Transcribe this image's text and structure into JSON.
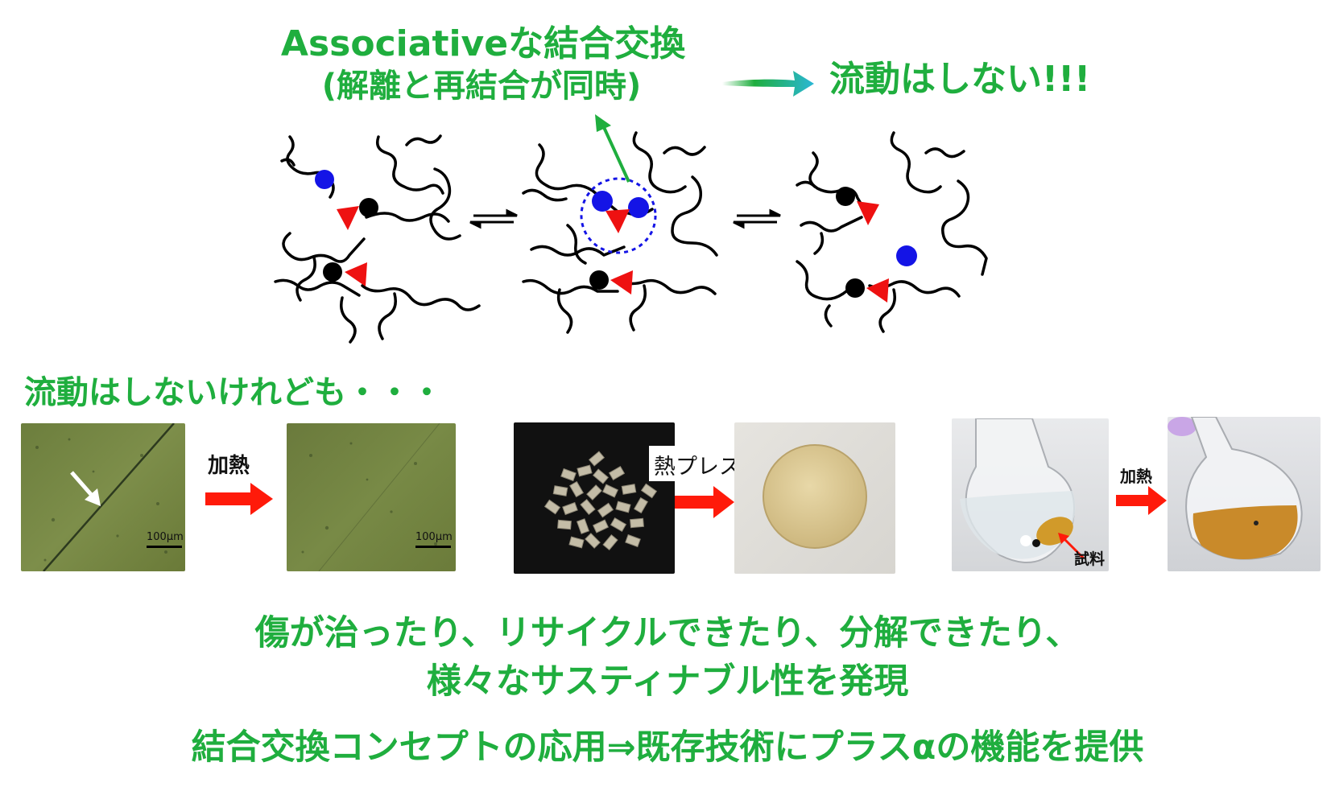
{
  "top": {
    "title_line1": "Associativeな結合交換",
    "title_line2": "(解離と再結合が同時)",
    "result": "流動はしない!!!"
  },
  "subtitle": "流動はしないけれども・・・",
  "photos": {
    "heat_label_1": "加熱",
    "scale_1": "100μm",
    "scale_2": "100μm",
    "press_label": "熱プレス",
    "heat_label_2": "加熱",
    "sample_label": "試料"
  },
  "bottom": {
    "line1": "傷が治ったり、リサイクルできたり、分解できたり、",
    "line2": "様々なサスティナブル性を発現",
    "line3": "結合交換コンセプトの応用⇒既存技術にプラスαの機能を提供"
  },
  "colors": {
    "accent_green": "#1fae3e",
    "arrow_red": "#ff1a0a",
    "blue_bead": "#1414e6",
    "red_marker": "#ee1111",
    "teal_arrow": "#2ab7d6"
  }
}
